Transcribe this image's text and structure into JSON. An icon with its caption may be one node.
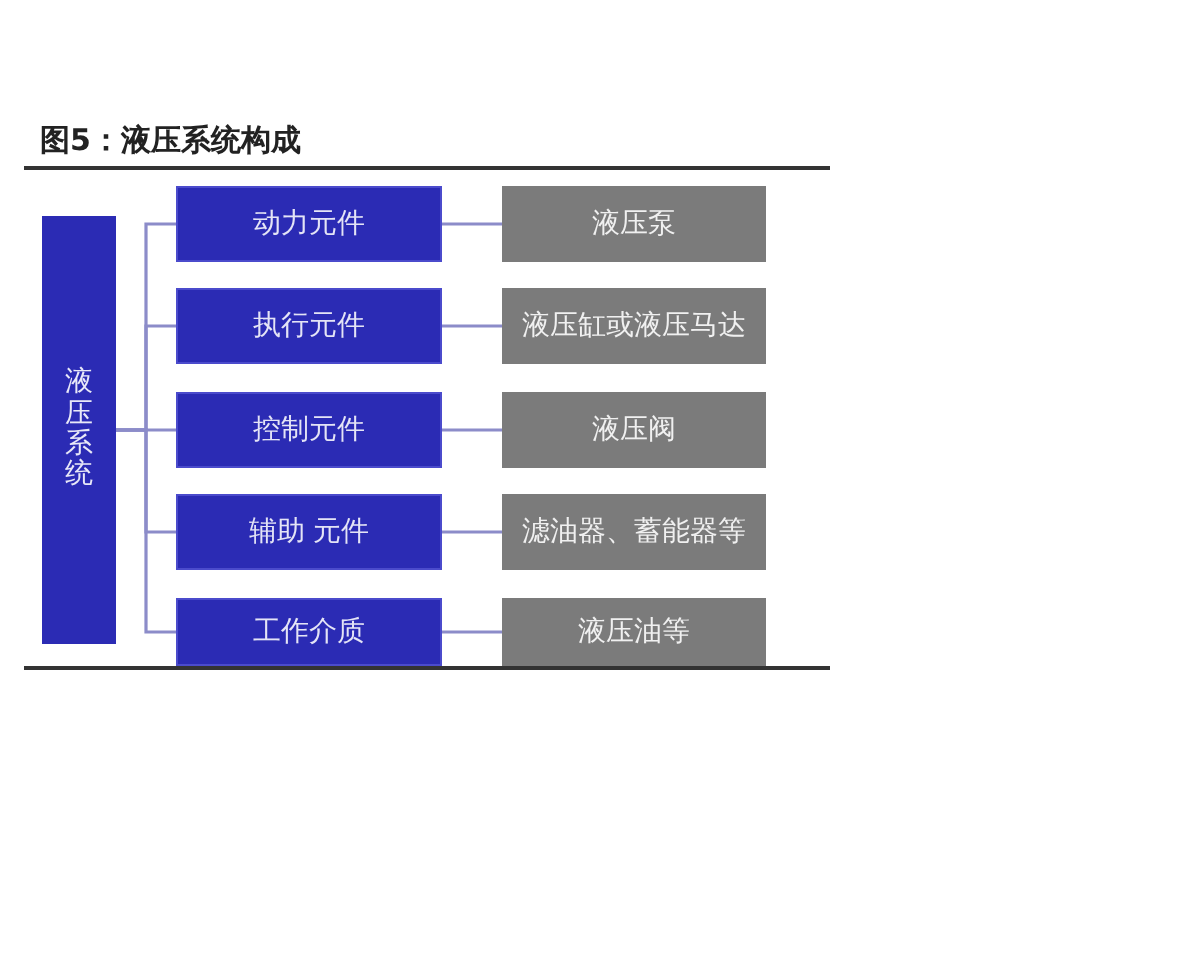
{
  "diagram": {
    "title": "图5：液压系统构成",
    "nodes": [
      {
        "text": [
          "液压系统"
        ]
      },
      {
        "text": [
          "动力元件"
        ]
      },
      {
        "text": [
          "液压泵"
        ]
      },
      {
        "text": [
          "执行元件"
        ]
      },
      {
        "text": [
          "液压缸或液压马达"
        ]
      },
      {
        "text": [
          "控制元件"
        ]
      },
      {
        "text": [
          "液压阀"
        ]
      },
      {
        "text": [
          "辅助 元件"
        ]
      },
      {
        "text": [
          "滤油器、蓄能器等"
        ]
      },
      {
        "text": [
          "工作介质"
        ]
      },
      {
        "text": [
          "液压油等"
        ]
      }
    ],
    "edges": [
      {
        "from": 0,
        "to": 1,
        "arrow": "none"
      },
      {
        "from": 0,
        "to": 3,
        "arrow": "none"
      },
      {
        "from": 0,
        "to": 5,
        "arrow": "none"
      },
      {
        "from": 0,
        "to": 7,
        "arrow": "none"
      },
      {
        "from": 0,
        "to": 9,
        "arrow": "none"
      },
      {
        "from": 1,
        "to": 2,
        "arrow": "none"
      },
      {
        "from": 3,
        "to": 4,
        "arrow": "none"
      },
      {
        "from": 5,
        "to": 6,
        "arrow": "none"
      },
      {
        "from": 7,
        "to": 8,
        "arrow": "none"
      },
      {
        "from": 9,
        "to": 10,
        "arrow": "none"
      }
    ]
  }
}
